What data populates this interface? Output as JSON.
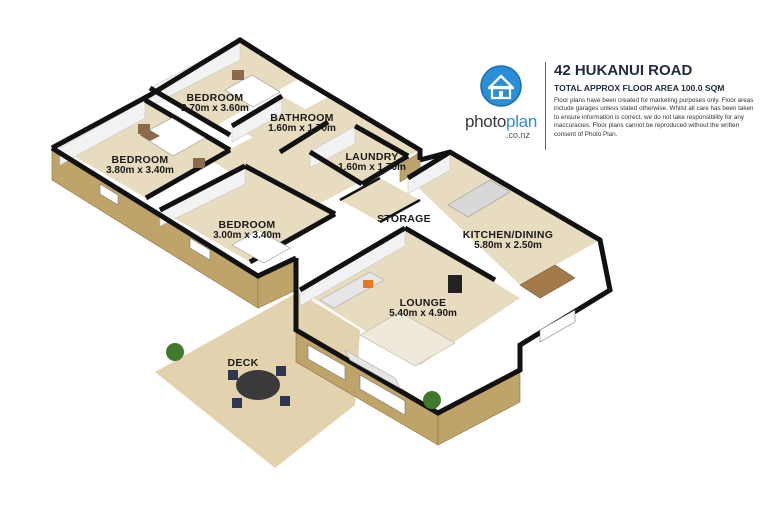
{
  "header": {
    "address": "42 HUKANUI ROAD",
    "floor_area": "TOTAL APPROX FLOOR AREA 100.0 SQM",
    "disclaimer": "Floor plans have been created for marketing purposes only. Floor areas include garages unless stated otherwise. Whilst all care has been taken to ensure information is correct, we do not take responsibility for any inaccuracies. Floor plans cannot be reproduced without the written consent of Photo Plan."
  },
  "logo": {
    "word_photo": "photo",
    "word_plan": "plan",
    "domain": ".co.nz",
    "brand_color": "#2a8fd6",
    "icon": "house-icon"
  },
  "rooms": {
    "bedroom1": {
      "name": "BEDROOM",
      "size": "2.70m x 3.60m"
    },
    "bathroom": {
      "name": "BATHROOM",
      "size": "1.60m x 1.70m"
    },
    "bedroom2": {
      "name": "BEDROOM",
      "size": "3.80m x 3.40m"
    },
    "laundry": {
      "name": "LAUNDRY",
      "size": "1.60m x 1.70m"
    },
    "bedroom3": {
      "name": "BEDROOM",
      "size": "3.00m x 3.40m"
    },
    "storage": {
      "name": "STORAGE"
    },
    "kitchen": {
      "name": "KITCHEN/DINING",
      "size": "5.80m x 2.50m"
    },
    "lounge": {
      "name": "LOUNGE",
      "size": "5.40m x 4.90m"
    },
    "deck": {
      "name": "DECK"
    }
  },
  "colors": {
    "floor": "#e8dcc0",
    "wall_exterior": "#bfa46a",
    "wall_top": "#111111",
    "wall_interior": "#f2f2f2",
    "deck": "#e3d2ae"
  }
}
